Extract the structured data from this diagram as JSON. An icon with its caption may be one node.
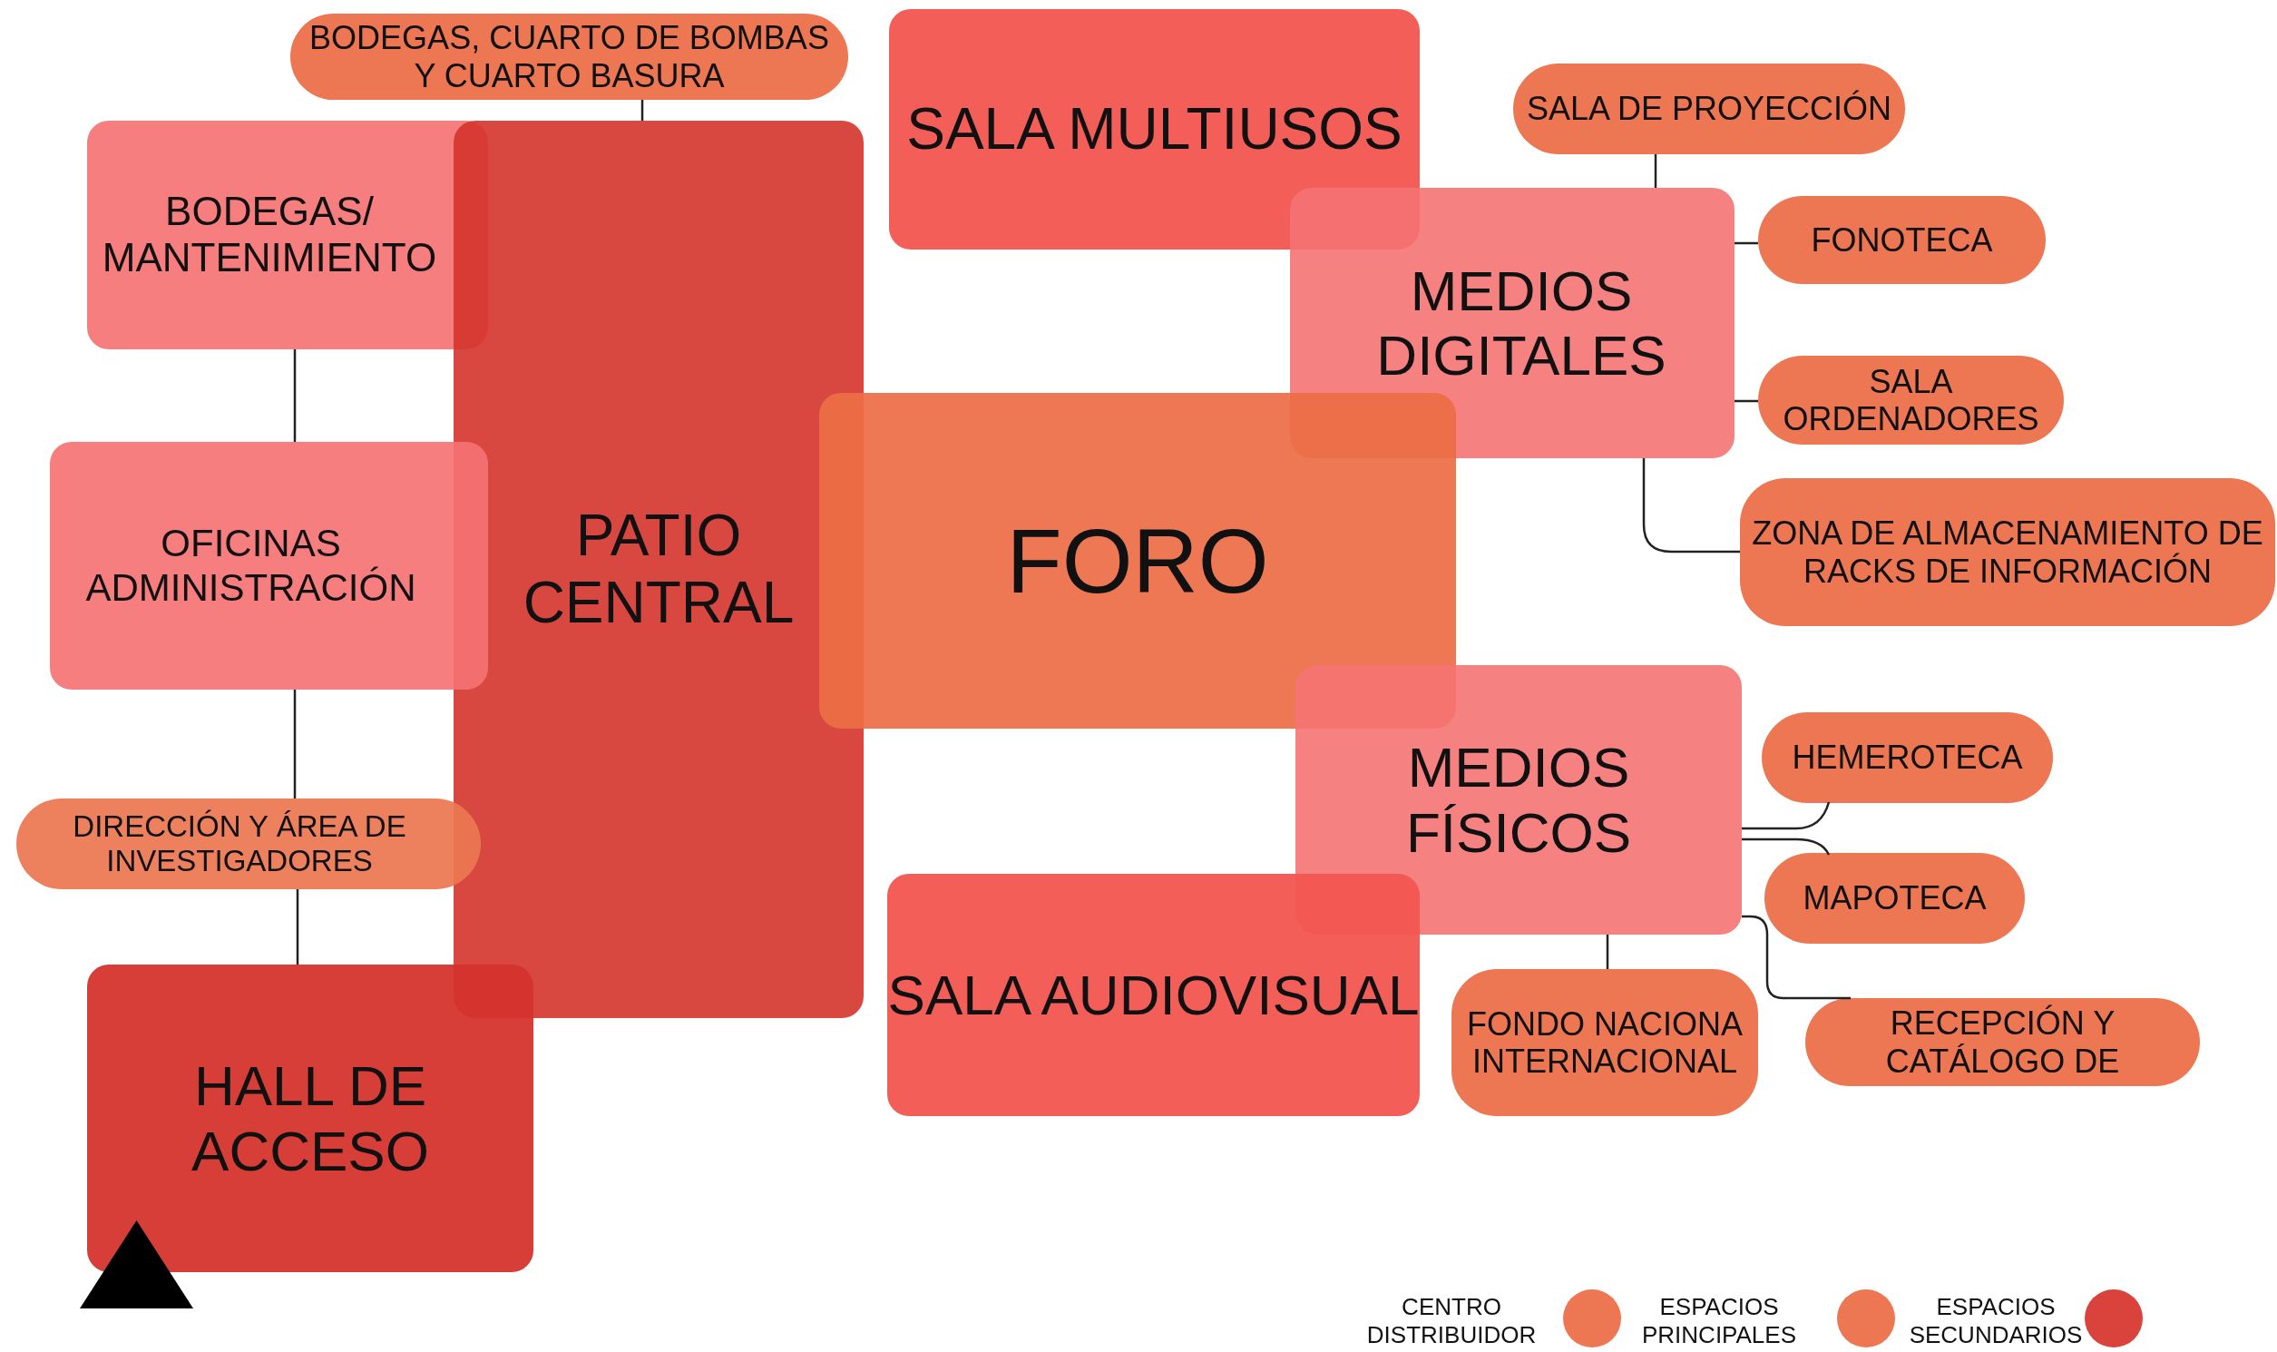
{
  "diagram": {
    "nodes": [
      {
        "text": [
          "BODEGAS, CUARTO DE BOMBAS Y CUARTO BASURA"
        ]
      },
      {
        "text": [
          "SALA MULTIUSOS"
        ]
      },
      {
        "text": [
          "SALA DE PROYECCIÓN"
        ]
      },
      {
        "text": [
          "BODEGAS/ MANTENIMIENTO"
        ]
      },
      {
        "text": [
          "PATIO CENTRAL"
        ]
      },
      {
        "text": [
          "MEDIOS DIGITALES"
        ]
      },
      {
        "text": [
          "FONOTECA"
        ]
      },
      {
        "text": [
          "SALA ORDENADORES"
        ]
      },
      {
        "text": [
          "FORO"
        ]
      },
      {
        "text": [
          "OFICINAS ADMINISTRACIÓN"
        ]
      },
      {
        "text": [
          "ZONA DE ALMACENAMIENTO DE RACKS DE INFORMACIÓN"
        ]
      },
      {
        "text": [
          "MEDIOS FÍSICOS"
        ]
      },
      {
        "text": [
          "HEMEROTECA"
        ]
      },
      {
        "text": [
          "DIRECCIÓN Y ÁREA DE INVESTIGADORES"
        ]
      },
      {
        "text": [
          "MAPOTECA"
        ]
      },
      {
        "text": [
          "SALA AUDIOVISUAL"
        ]
      },
      {
        "text": [
          "HALL DE ACCESO"
        ]
      },
      {
        "text": [
          "FONDO NACIONA INTERNACIONAL"
        ]
      },
      {
        "text": [
          "RECEPCIÓN Y CATÁLOGO DE"
        ]
      },
      {
        "text": [],
        "shape": "triangle"
      }
    ],
    "edges": [
      {
        "from": 0,
        "to": 4,
        "arrow": "none"
      },
      {
        "from": 3,
        "to": 9,
        "arrow": "none"
      },
      {
        "from": 9,
        "to": 13,
        "arrow": "none"
      },
      {
        "from": 13,
        "to": 16,
        "arrow": "none"
      },
      {
        "from": 2,
        "to": 5,
        "arrow": "none"
      },
      {
        "from": 5,
        "to": 6,
        "arrow": "none"
      },
      {
        "from": 5,
        "to": 7,
        "arrow": "none"
      },
      {
        "from": 5,
        "to": 10,
        "arrow": "none"
      },
      {
        "from": 11,
        "to": 12,
        "arrow": "none"
      },
      {
        "from": 11,
        "to": 14,
        "arrow": "none"
      },
      {
        "from": 11,
        "to": 17,
        "arrow": "none"
      },
      {
        "from": 11,
        "to": 18,
        "arrow": "none"
      }
    ],
    "legend": [
      {
        "text": "CENTRO DISTRIBUIDOR",
        "color": "#ec7752"
      },
      {
        "text": "ESPACIOS PRINCIPALES",
        "color": "#ec7752"
      },
      {
        "text": "ESPACIOS SECUNDARIOS",
        "color": "#d9433b"
      }
    ]
  }
}
